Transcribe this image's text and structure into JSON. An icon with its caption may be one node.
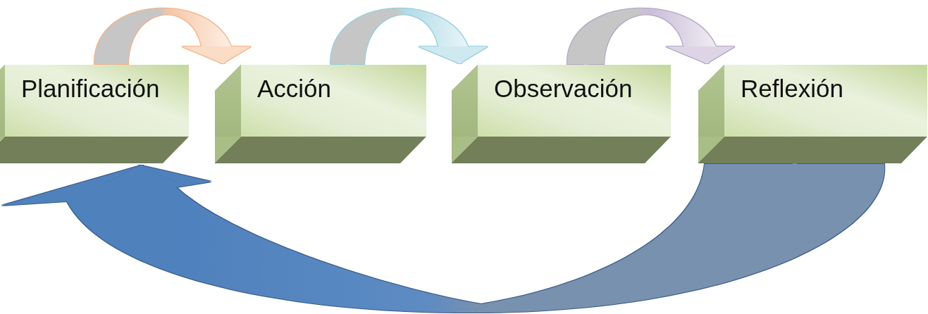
{
  "diagram": {
    "nodes": [
      {
        "text": [
          "Planificación"
        ]
      },
      {
        "text": [
          "Acción"
        ]
      },
      {
        "text": [
          "Observación"
        ]
      },
      {
        "text": [
          "Reflexión"
        ]
      }
    ],
    "edges": [
      {
        "from": 0,
        "to": 1,
        "arrow": "to",
        "style": "thick",
        "color": "#f4b183"
      },
      {
        "from": 1,
        "to": 2,
        "arrow": "to",
        "style": "thick",
        "color": "#93cddd"
      },
      {
        "from": 2,
        "to": 3,
        "arrow": "to",
        "style": "thick",
        "color": "#b3a2c7"
      },
      {
        "from": 3,
        "to": 0,
        "arrow": "to",
        "style": "thick",
        "color": "#4f81bd"
      }
    ]
  }
}
